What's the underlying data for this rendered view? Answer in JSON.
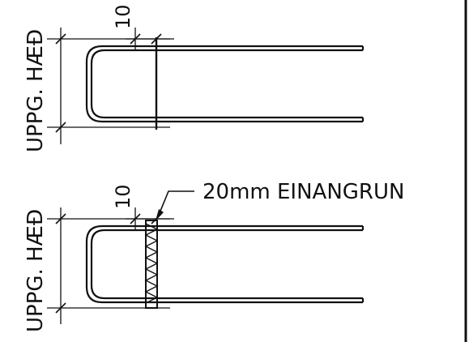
{
  "details": [
    {
      "height_label": "UPPG. HÆÐ",
      "dim_value": "10"
    },
    {
      "height_label": "UPPG. HÆÐ",
      "dim_value": "10",
      "callout": "20mm EINANGRUN"
    }
  ],
  "colors": {
    "ink": "#111111",
    "background": "#ffffff"
  }
}
